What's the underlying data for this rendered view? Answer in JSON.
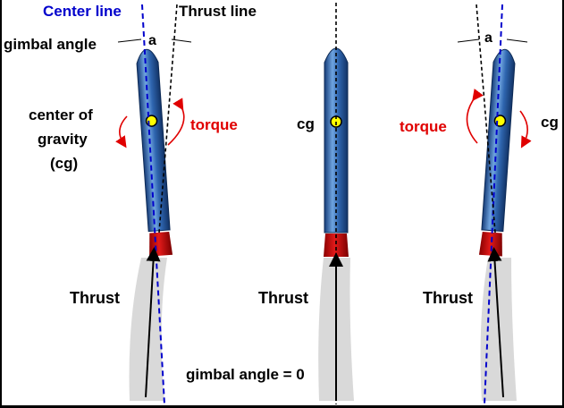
{
  "labels": {
    "center_line": "Center line",
    "thrust_line": "Thrust line",
    "gimbal_angle": "gimbal angle",
    "angle_symbol": "a",
    "center_of_gravity_1": "center of",
    "center_of_gravity_2": "gravity",
    "center_of_gravity_3": "(cg)",
    "torque": "torque",
    "cg": "cg",
    "thrust": "Thrust",
    "gimbal_zero": "gimbal angle = 0"
  },
  "colors": {
    "body_dark": "#1e4a8c",
    "body_light": "#7fb0e6",
    "nozzle": "#cc0000",
    "plume": "#d9d9d9",
    "center_line": "#0000cc",
    "torque": "#e00000",
    "cg_marker": "#ffff00"
  }
}
